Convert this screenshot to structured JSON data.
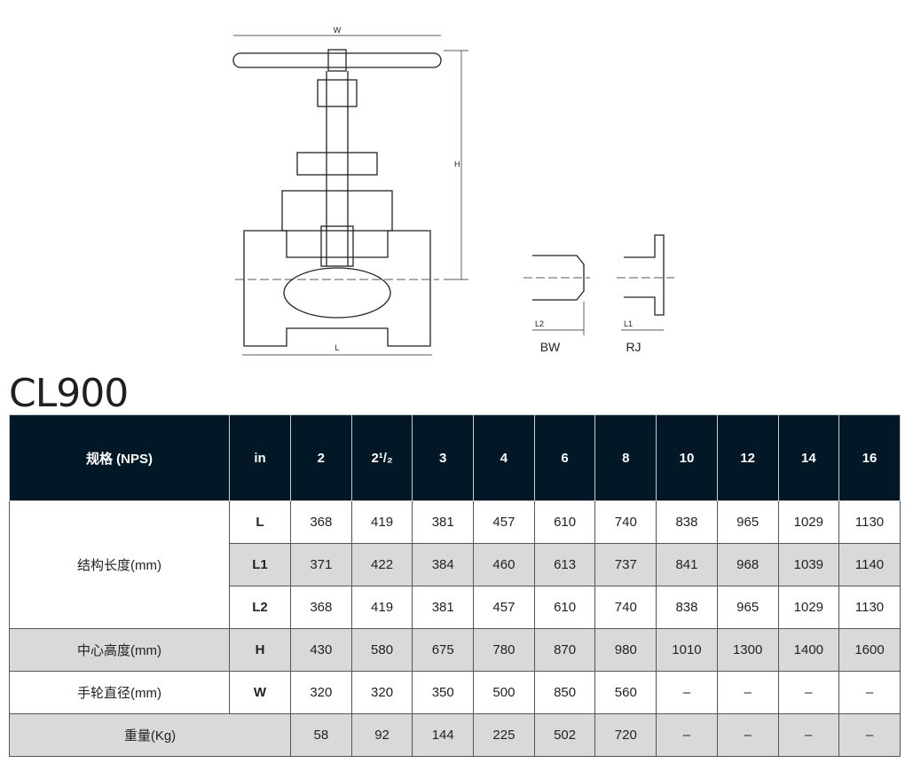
{
  "drawing": {
    "labels": {
      "w": "W",
      "h": "H",
      "l": "L",
      "l2": "L2",
      "l1": "L1",
      "bw": "BW",
      "rj": "RJ"
    }
  },
  "title": "CL900",
  "table": {
    "header": {
      "spec": "规格 (NPS)",
      "unit": "in",
      "sizes": [
        "2",
        "2¹/₂",
        "3",
        "4",
        "6",
        "8",
        "10",
        "12",
        "14",
        "16"
      ]
    },
    "length_label": "结构长度(mm)",
    "rows": [
      {
        "key": "L",
        "values": [
          "368",
          "419",
          "381",
          "457",
          "610",
          "740",
          "838",
          "965",
          "1029",
          "1130"
        ]
      },
      {
        "key": "L1",
        "values": [
          "371",
          "422",
          "384",
          "460",
          "613",
          "737",
          "841",
          "968",
          "1039",
          "1140"
        ]
      },
      {
        "key": "L2",
        "values": [
          "368",
          "419",
          "381",
          "457",
          "610",
          "740",
          "838",
          "965",
          "1029",
          "1130"
        ]
      },
      {
        "label": "中心高度(mm)",
        "key": "H",
        "values": [
          "430",
          "580",
          "675",
          "780",
          "870",
          "980",
          "1010",
          "1300",
          "1400",
          "1600"
        ]
      },
      {
        "label": "手轮直径(mm)",
        "key": "W",
        "values": [
          "320",
          "320",
          "350",
          "500",
          "850",
          "560",
          "–",
          "–",
          "–",
          "–"
        ]
      },
      {
        "label": "重量(Kg)",
        "values": [
          "58",
          "92",
          "144",
          "225",
          "502",
          "720",
          "–",
          "–",
          "–",
          "–"
        ]
      }
    ]
  }
}
